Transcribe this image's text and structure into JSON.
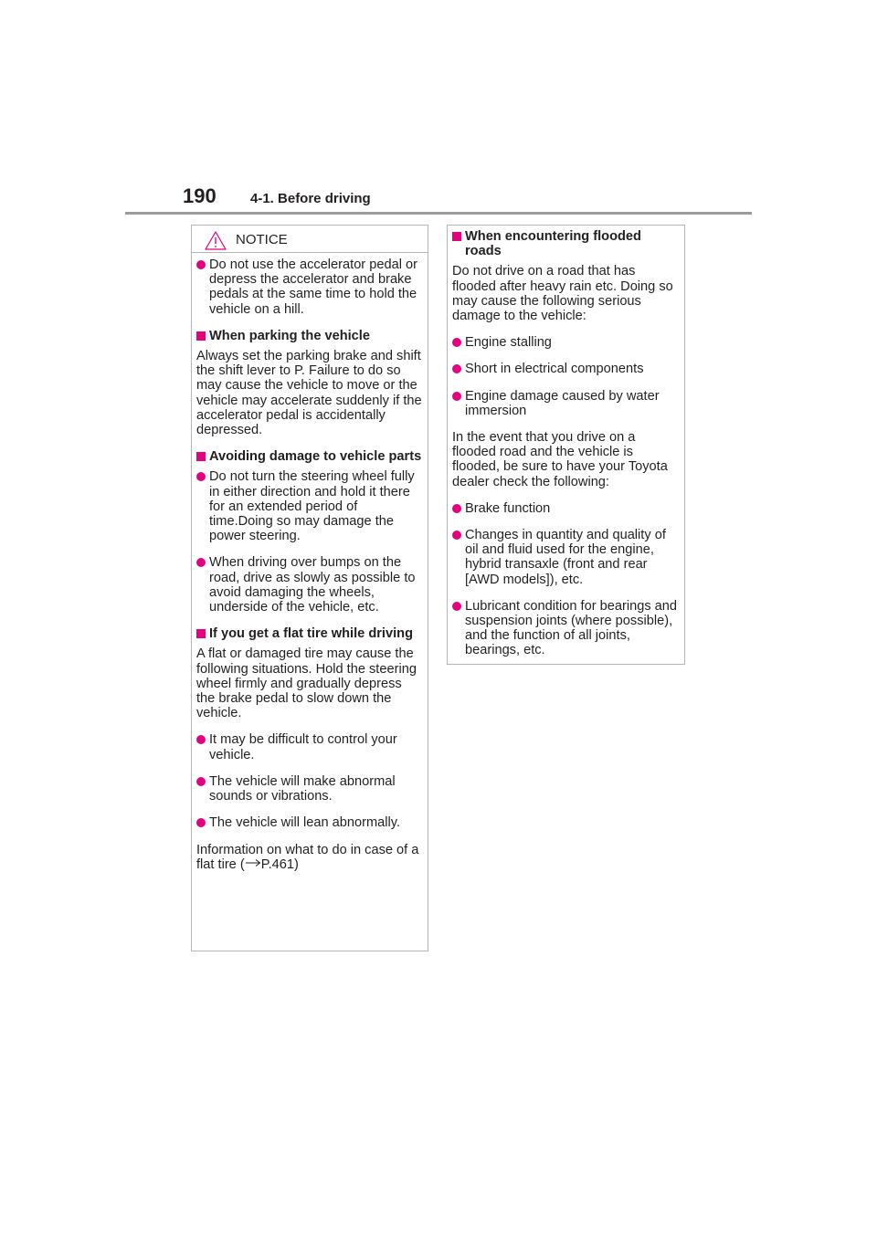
{
  "header": {
    "page_number": "190",
    "section": "4-1. Before driving"
  },
  "left_box": {
    "notice_label": "NOTICE",
    "blocks": [
      {
        "type": "bullet",
        "text": "Do not use the accelerator pedal or depress the accelerator and brake pedals at the same time to hold the vehicle on a hill."
      },
      {
        "type": "heading",
        "text": "When parking the vehicle"
      },
      {
        "type": "para",
        "text": "Always set the parking brake and shift the shift lever to P. Failure to do so may cause the vehicle to move or the vehicle may accelerate suddenly if the accelerator pedal is accidentally depressed."
      },
      {
        "type": "heading",
        "text": "Avoiding damage to vehicle parts"
      },
      {
        "type": "bullet",
        "text": "Do not turn the steering wheel fully in either direction and hold it there for an extended period of time.Doing so may damage the power steering."
      },
      {
        "type": "bullet",
        "text": "When driving over bumps on the road, drive as slowly as possible to avoid damaging the wheels, underside of the vehicle, etc."
      },
      {
        "type": "heading",
        "text": "If you get a flat tire while driving"
      },
      {
        "type": "para",
        "text": "A flat or damaged tire may cause the following situations. Hold the steering wheel firmly and gradually depress the brake pedal to slow down the vehicle."
      },
      {
        "type": "bullet",
        "text": "It may be difficult to control your vehicle."
      },
      {
        "type": "bullet",
        "text": "The vehicle will make abnormal sounds or vibrations."
      },
      {
        "type": "bullet",
        "text": "The vehicle will lean abnormally."
      }
    ],
    "final": {
      "text_before": "Information on what to do in case of a flat tire (",
      "ref": "P.461",
      "text_after": ")"
    }
  },
  "right_box": {
    "blocks": [
      {
        "type": "heading",
        "text": "When encountering flooded roads"
      },
      {
        "type": "para",
        "text": "Do not drive on a road that has flooded after heavy rain etc. Doing so may cause the following serious damage to the vehicle:"
      },
      {
        "type": "bullet",
        "text": "Engine stalling"
      },
      {
        "type": "bullet",
        "text": "Short in electrical components"
      },
      {
        "type": "bullet",
        "text": "Engine damage caused by water immersion"
      },
      {
        "type": "para",
        "text": "In the event that you drive on a flooded road and the vehicle is flooded, be sure to have your Toyota dealer check the following:"
      },
      {
        "type": "bullet",
        "text": "Brake function"
      },
      {
        "type": "bullet",
        "text": "Changes in quantity and quality of oil and fluid used for the engine, hybrid transaxle (front and rear [AWD models]), etc."
      },
      {
        "type": "bullet",
        "text": "Lubricant condition for bearings and suspension joints (where possible), and the function of all joints, bearings, etc."
      }
    ]
  }
}
